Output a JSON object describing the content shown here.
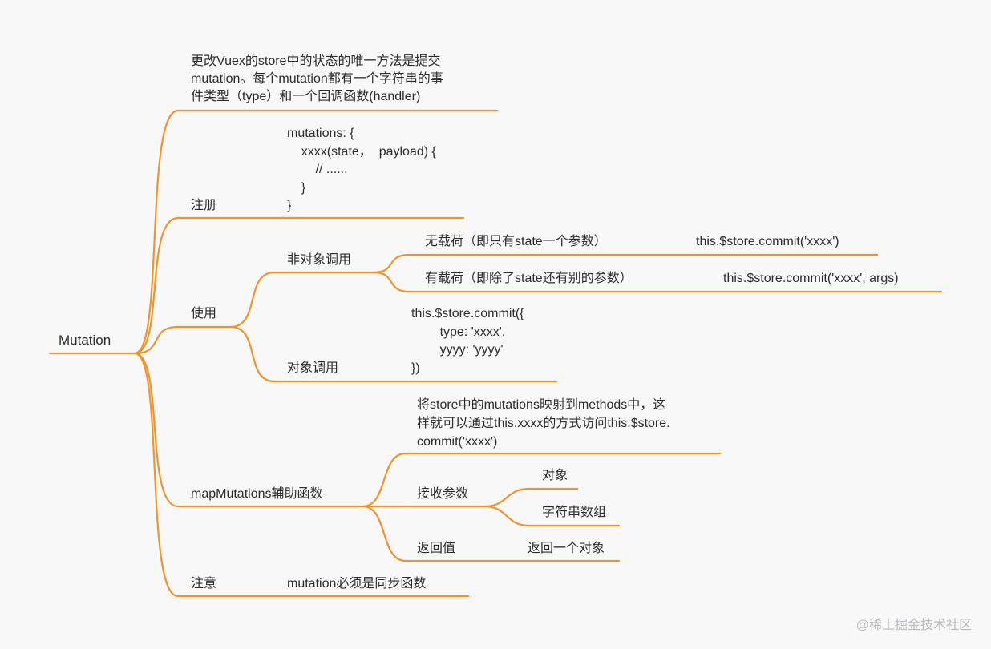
{
  "root": "Mutation",
  "intro": "更改Vuex的store中的状态的唯一方法是提交\nmutation。每个mutation都有一个字符串的事\n件类型（type）和一个回调函数(handler)",
  "register": {
    "label": "注册",
    "code": "mutations: {\n    xxxx(state，  payload) {\n        // ......\n    }\n}"
  },
  "use": {
    "label": "使用",
    "non_object": {
      "label": "非对象调用",
      "no_payload": {
        "label": "无载荷（即只有state一个参数）",
        "code": "this.$store.commit('xxxx')"
      },
      "with_payload": {
        "label": "有载荷（即除了state还有别的参数）",
        "code": "this.$store.commit('xxxx', args)"
      }
    },
    "object": {
      "label": "对象调用",
      "code": "this.$store.commit({\n        type: 'xxxx',\n        yyyy: 'yyyy'\n})"
    }
  },
  "map_mutations": {
    "label": "mapMutations辅助函数",
    "desc": "将store中的mutations映射到methods中，这\n样就可以通过this.xxxx的方式访问this.$store.\ncommit('xxxx')",
    "params": {
      "label": "接收参数",
      "items": [
        "对象",
        "字符串数组"
      ]
    },
    "ret": {
      "label": "返回值",
      "value": "返回一个对象"
    }
  },
  "notes": {
    "label": "注意",
    "value": "mutation必须是同步函数"
  },
  "watermark": "@稀土掘金技术社区",
  "colors": {
    "line": "#f0952e",
    "background": "#f8f8f9",
    "text": "#2b2b2b",
    "watermark": "#b9b9bd"
  }
}
